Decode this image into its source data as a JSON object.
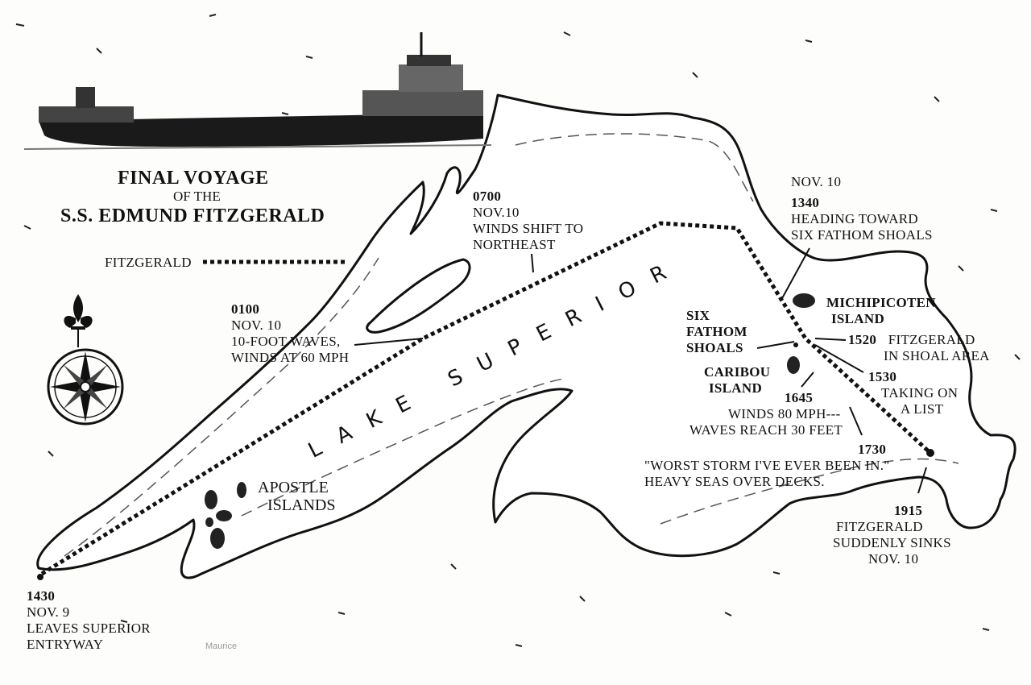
{
  "title": {
    "line1": "FINAL VOYAGE",
    "line2": "OF THE",
    "line3": "S.S. EDMUND FITZGERALD"
  },
  "legend": {
    "route_label": "FITZGERALD"
  },
  "lake_name": "LAKE SUPERIOR",
  "places": {
    "apostle": [
      "APOSTLE",
      "ISLANDS"
    ],
    "michipicoten": [
      "MICHIPICOTEN",
      "ISLAND"
    ],
    "six_fathom": [
      "SIX",
      "FATHOM",
      "SHOALS"
    ],
    "caribou": [
      "CARIBOU",
      "ISLAND"
    ]
  },
  "events": {
    "e1430": {
      "time": "1430",
      "lines": [
        "NOV. 9",
        "LEAVES SUPERIOR",
        "ENTRYWAY"
      ]
    },
    "e0100": {
      "time": "0100",
      "lines": [
        "NOV. 10",
        "10-FOOT WAVES,",
        "WINDS AT 60 MPH"
      ]
    },
    "e0700": {
      "time": "0700",
      "lines": [
        "NOV.10",
        "WINDS SHIFT TO",
        "NORTHEAST"
      ]
    },
    "e1340": {
      "date": "NOV. 10",
      "time": "1340",
      "lines": [
        "HEADING TOWARD",
        "SIX FATHOM SHOALS"
      ]
    },
    "e1520": {
      "time": "1520",
      "lines": [
        "FITZGERALD",
        "IN SHOAL AREA"
      ]
    },
    "e1530": {
      "time": "1530",
      "lines": [
        "TAKING ON",
        "A LIST"
      ]
    },
    "e1645": {
      "time": "1645",
      "lines": [
        "WINDS  80 MPH---",
        "WAVES  REACH 30 FEET"
      ]
    },
    "e1730": {
      "time": "1730",
      "lines": [
        "\"WORST STORM I'VE EVER BEEN IN.\"",
        "HEAVY SEAS OVER DECKS."
      ]
    },
    "e1915": {
      "time": "1915",
      "lines": [
        "FITZGERALD",
        "SUDDENLY SINKS",
        "NOV. 10"
      ]
    }
  },
  "signature": "Maurice",
  "icons": [
    "ship-icon",
    "compass-rose-icon",
    "fleur-de-lis-icon"
  ]
}
